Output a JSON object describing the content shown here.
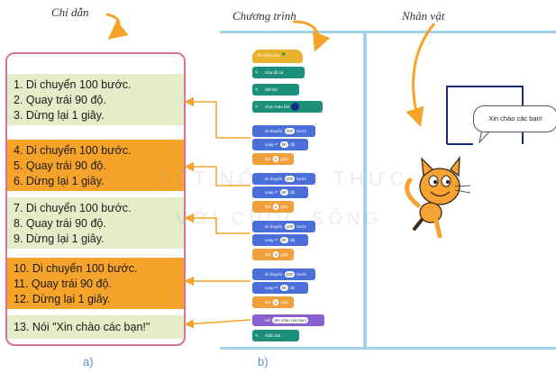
{
  "headers": {
    "guide": "Chỉ dẫn",
    "program": "Chương trình",
    "character": "Nhân vật"
  },
  "captions": {
    "a": "a)",
    "b": "b)"
  },
  "watermark": {
    "line1": "KẾT NỐI TRI THỨC",
    "line2": "VỚI CUỘC SỐNG"
  },
  "groups": [
    {
      "shade": "light",
      "lines": [
        "1. Di chuyển 100 bước.",
        "2. Quay trái 90 độ.",
        "3. Dừng lại 1 giây."
      ]
    },
    {
      "shade": "dark",
      "lines": [
        "4. Di chuyển 100 bước.",
        "5. Quay trái 90 độ.",
        "6. Dừng lại 1 giây."
      ]
    },
    {
      "shade": "light",
      "lines": [
        "7. Di chuyển 100 bước.",
        "8. Quay trái 90 độ.",
        "9. Dừng lại 1 giây."
      ]
    },
    {
      "shade": "dark",
      "lines": [
        "10. Di chuyển 100 bước.",
        "11. Quay trái 90 độ.",
        "12. Dừng lại 1 giây."
      ]
    },
    {
      "shade": "light",
      "lines": [
        "13. Nói \"Xin chào các bạn!\""
      ]
    }
  ],
  "speech": "Xin chào các bạn!",
  "colors": {
    "border": "#d9709a",
    "light": "#e4ecc8",
    "dark": "#f5a32a",
    "arrow": "#f5a32a",
    "stage_line": "#9fd3ea"
  },
  "icons": [
    "green-flag-icon",
    "pen-icon",
    "turn-left-icon",
    "cat-sprite-icon"
  ]
}
